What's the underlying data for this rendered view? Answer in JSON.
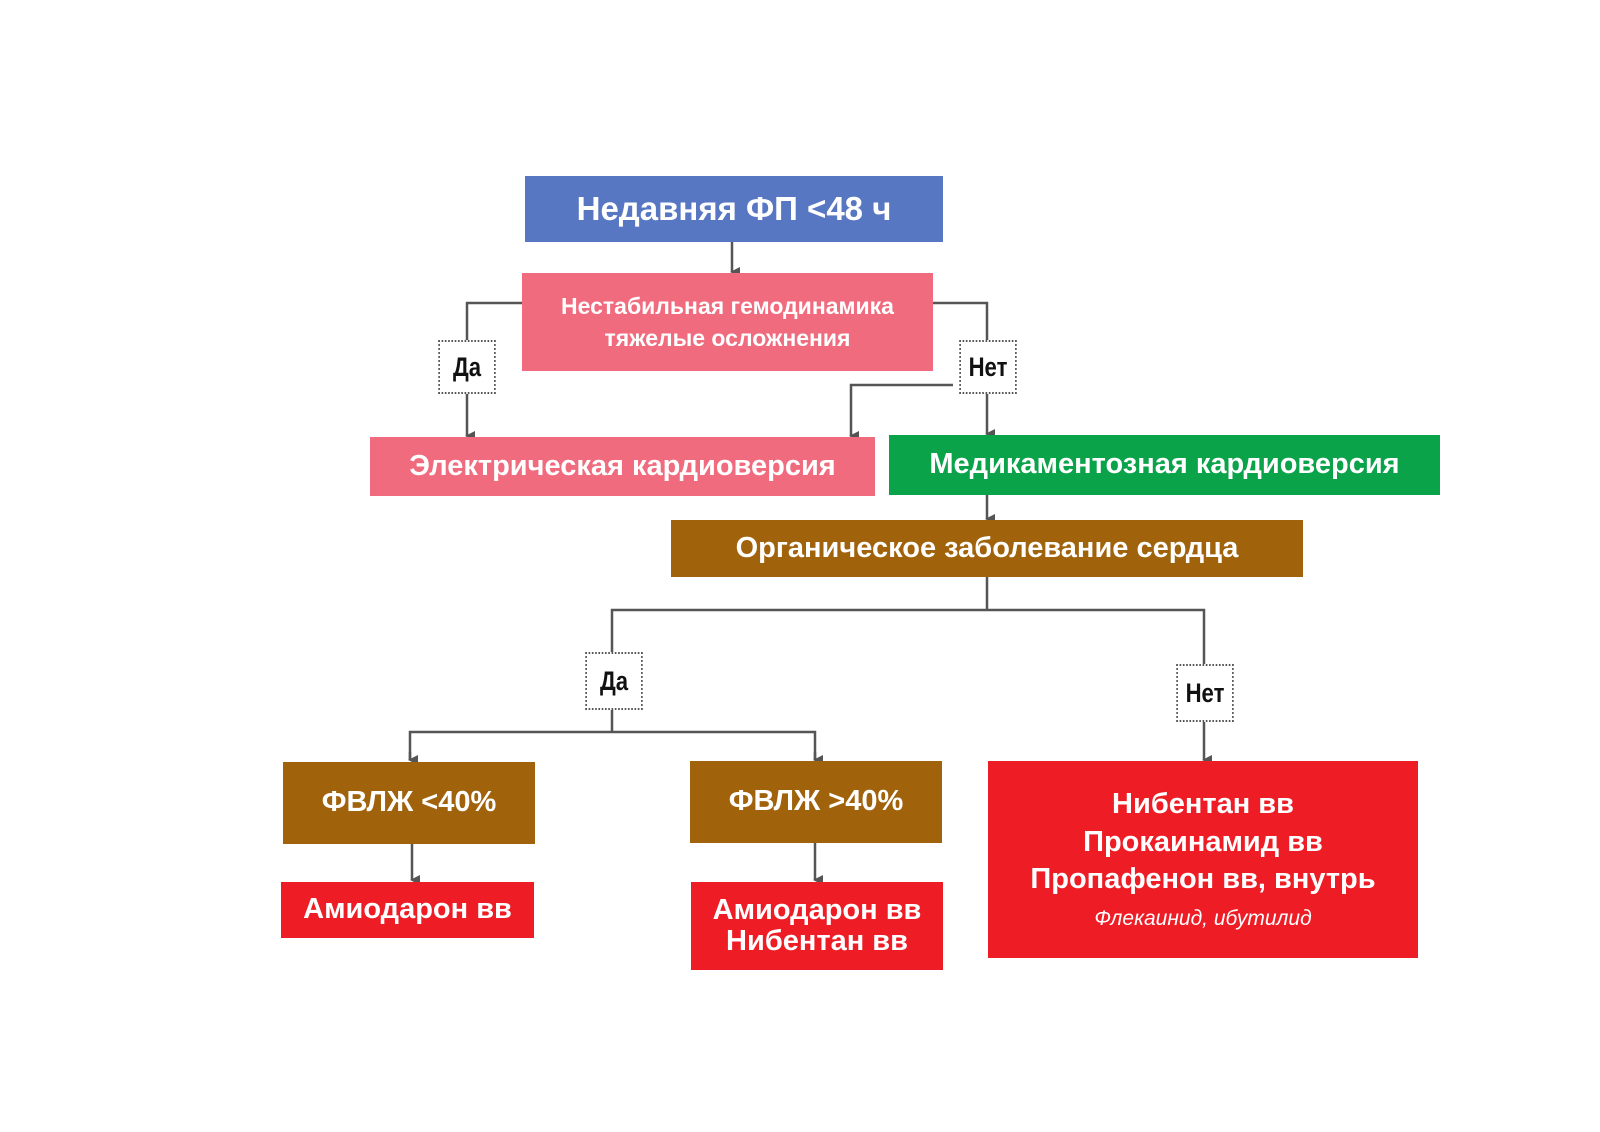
{
  "nodes": {
    "start": "Недавняя ФП <48 ч",
    "unstable_line1": "Нестабильная гемодинамика",
    "unstable_line2": "тяжелые осложнения",
    "yes1": "Да",
    "no1": "Нет",
    "electric": "Электрическая кардиоверсия",
    "medication": "Медикаментозная кардиоверсия",
    "organic": "Органическое заболевание сердца",
    "yes2": "Да",
    "no2": "Нет",
    "lvef_low": "ФВЛЖ <40%",
    "lvef_high": "ФВЛЖ >40%",
    "amiodarone_only": "Амиодарон вв",
    "amiodarone_high": "Амиодарон вв",
    "nibentan_high": "Нибентан вв",
    "no_disease_line1": "Нибентан вв",
    "no_disease_line2": "Прокаинамид вв",
    "no_disease_line3": "Пропафенон вв, внутрь",
    "no_disease_note": "Флекаинид, ибутилид"
  },
  "colors": {
    "start": "#5877c2",
    "unstable": "#f06b7e",
    "electric": "#f06b7e",
    "medication": "#0aa34a",
    "brown": "#a0620a",
    "drug_red": "#ee1c25",
    "connector": "#555555"
  }
}
